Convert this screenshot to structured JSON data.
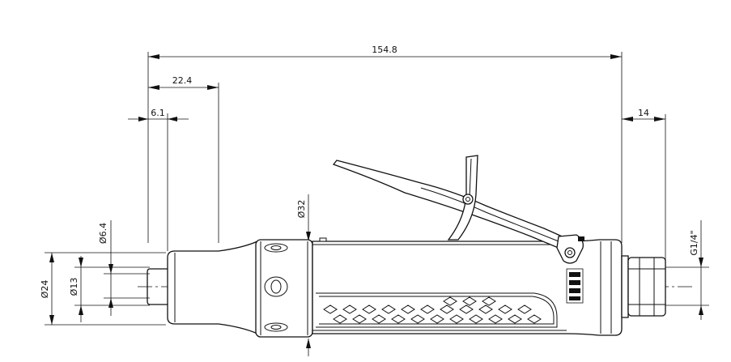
{
  "dimensions": {
    "overall_length": "154.8",
    "collet_offset": "22.4",
    "nose_length": "6.1",
    "inlet_length": "14",
    "housing_diameter": "Ø32",
    "collet_diameter": "Ø6.4",
    "nose_diameter_large": "Ø24",
    "nose_diameter_small": "Ø13",
    "inlet_thread": "G1/4\""
  },
  "icons": {
    "brand_logo": "brand-logo-icon",
    "grip_pattern": "diamond-grip-pattern"
  }
}
